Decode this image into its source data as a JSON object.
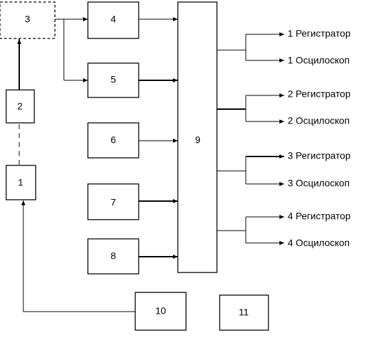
{
  "blocks": {
    "b1": "1",
    "b2": "2",
    "b3": "3",
    "b4": "4",
    "b5": "5",
    "b6": "6",
    "b7": "7",
    "b8": "8",
    "b9": "9",
    "b10": "10",
    "b11": "11"
  },
  "outputs": [
    {
      "registrar": "1 Регистратор",
      "oscilloscope": "1 Осцилоскоп"
    },
    {
      "registrar": "2 Регистратор",
      "oscilloscope": "2 Осцилоскоп"
    },
    {
      "registrar": "3 Регистратор",
      "oscilloscope": "3 Осцилоскоп"
    },
    {
      "registrar": "4 Регистратор",
      "oscilloscope": "4 Осцилоскоп"
    }
  ]
}
